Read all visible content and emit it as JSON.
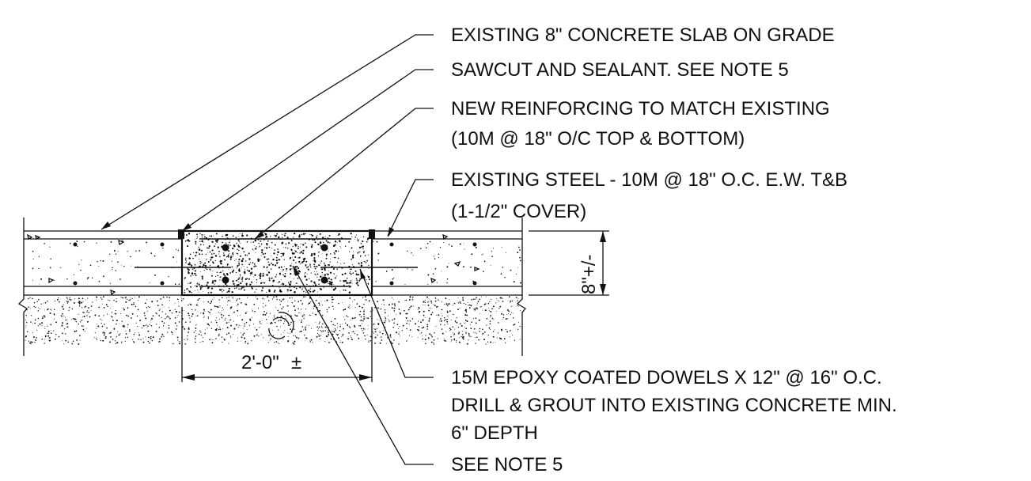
{
  "notes": {
    "slab": "EXISTING 8\" CONCRETE SLAB ON GRADE",
    "sawcut": "SAWCUT AND SEALANT. SEE NOTE 5",
    "reinf_line1": "NEW REINFORCING TO MATCH EXISTING",
    "reinf_line2": "(10M @ 18\" O/C TOP & BOTTOM)",
    "steel_line1": "EXISTING STEEL - 10M @ 18\" O.C. E.W. T&B",
    "steel_line2": "(1-1/2\" COVER)",
    "dowel_line1": "15M EPOXY COATED DOWELS X 12\" @ 16\" O.C.",
    "dowel_line2": "DRILL & GROUT INTO EXISTING CONCRETE MIN.",
    "dowel_line3": "6\" DEPTH",
    "see_note": "SEE NOTE 5"
  },
  "dimensions": {
    "width": "2'-0\"",
    "plus_minus": "±",
    "depth": "8\"+/-"
  },
  "colors": {
    "ink": "#111111",
    "paper": "#ffffff"
  }
}
